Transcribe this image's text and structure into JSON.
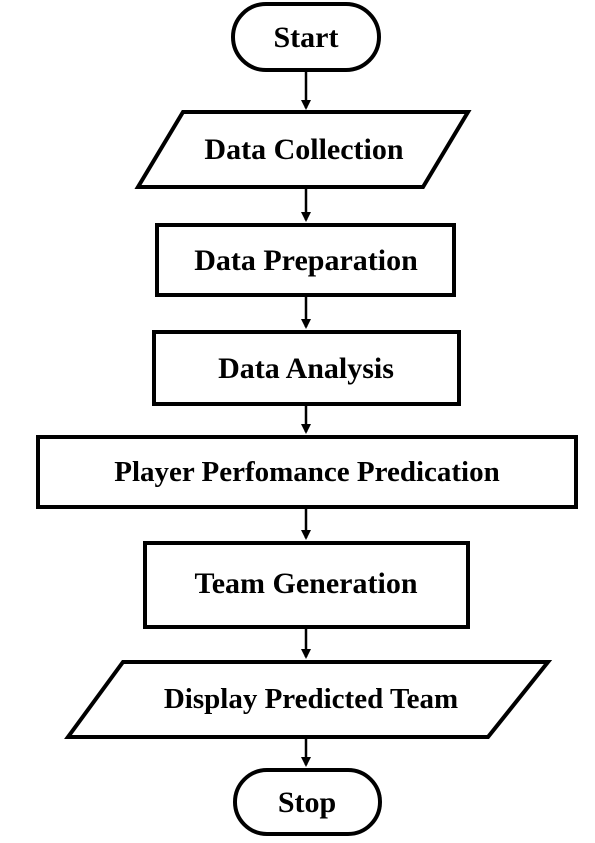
{
  "flowchart": {
    "start": "Start",
    "data_collection": "Data Collection",
    "data_preparation": "Data Preparation",
    "data_analysis": "Data Analysis",
    "player_performance": "Player Perfomance Predication",
    "team_generation": "Team Generation",
    "display_team": "Display Predicted Team",
    "stop": "Stop"
  },
  "colors": {
    "stroke": "#000000",
    "fill": "#ffffff",
    "text": "#000000"
  }
}
